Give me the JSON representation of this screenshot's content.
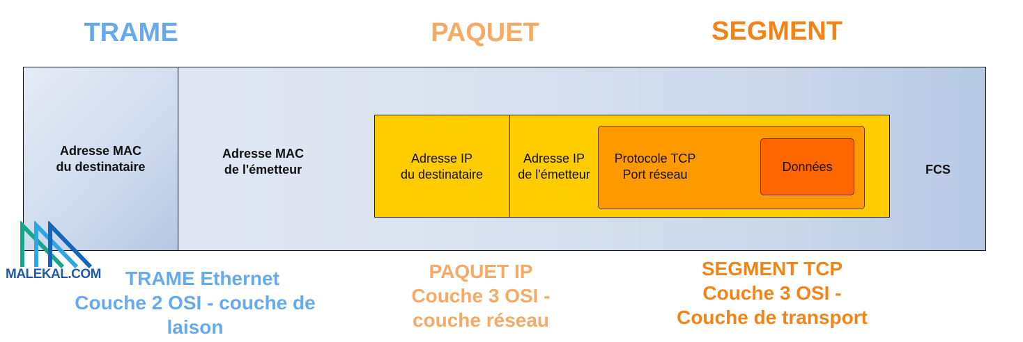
{
  "headers": {
    "trame": "TRAME",
    "paquet": "PAQUET",
    "segment": "SEGMENT"
  },
  "frame": {
    "mac_destination": [
      "Adresse MAC",
      "du destinataire"
    ],
    "mac_source": [
      "Adresse MAC",
      "de l'émetteur"
    ],
    "fcs": "FCS"
  },
  "packet": {
    "ip_destination": [
      "Adresse IP",
      "du destinataire"
    ],
    "ip_source": [
      "Adresse IP",
      "de l'émetteur"
    ]
  },
  "segment": {
    "protocol": [
      "Protocole TCP",
      "Port réseau"
    ],
    "data": "Données"
  },
  "captions": {
    "trame": [
      "TRAME Ethernet",
      "Couche 2 OSI - couche de",
      "laison"
    ],
    "paquet": [
      "PAQUET IP",
      "Couche 3 OSI -",
      "couche réseau"
    ],
    "segment": [
      "SEGMENT TCP",
      "Couche 3 OSI -",
      "Couche de transport"
    ]
  },
  "logo": {
    "text": "MALEKAL.COM"
  },
  "colors": {
    "trame": "#66aaee",
    "paquet": "#f5aa66",
    "segment": "#f08418",
    "packet_fill": "#ffcc00",
    "segment_fill": "#ff9900",
    "data_fill": "#ff6600"
  }
}
